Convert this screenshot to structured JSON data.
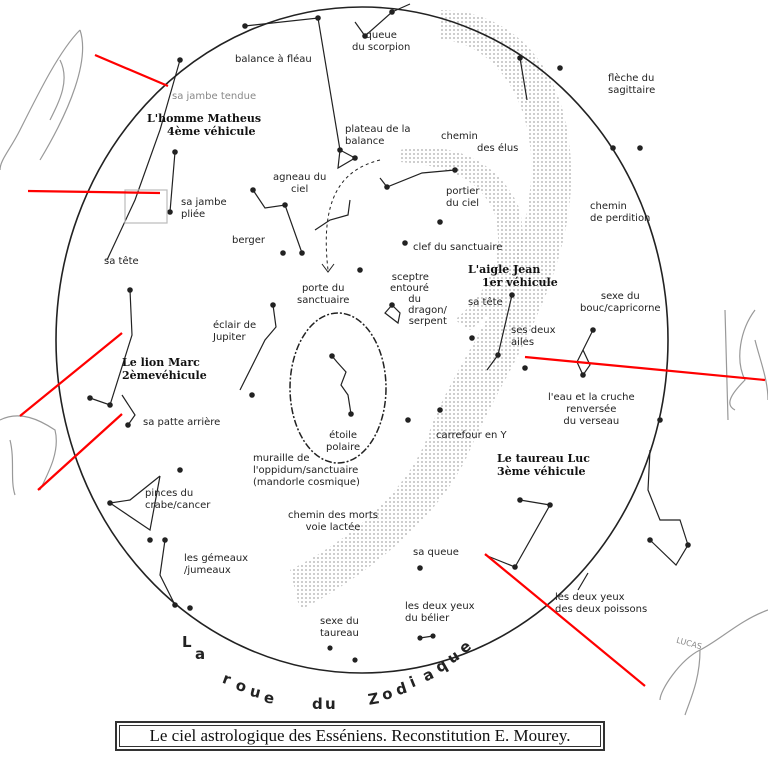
{
  "caption": "Le ciel astrologique des Esséniens. Reconstitution E. Mourey.",
  "wheel_title": [
    "L",
    "a",
    "r",
    "o",
    "u",
    "e",
    "d",
    "u",
    "Z",
    "o",
    "d",
    "i",
    "a",
    "q",
    "u",
    "e"
  ],
  "evangelists": {
    "matheus": [
      "L'homme Matheus",
      "4ème véhicule"
    ],
    "marc": [
      "Le lion Marc",
      "2èmevéhicule"
    ],
    "jean": [
      "L'aigle Jean",
      "1er véhicule"
    ],
    "luc": [
      "Le taureau Luc",
      "3ème véhicule"
    ]
  },
  "labels": {
    "balance_fleau": "balance à fléau",
    "queue_scorpion": [
      "queue",
      "du scorpion"
    ],
    "jambe_tendue": "sa jambe tendue",
    "plateau": [
      "plateau de la",
      "balance"
    ],
    "chemin_elus": [
      "chemin",
      "des élus"
    ],
    "fleche": [
      "flèche du",
      "sagittaire"
    ],
    "agneau": [
      "agneau du",
      "ciel"
    ],
    "portier": [
      "portier",
      "du ciel"
    ],
    "jambe_pliee": [
      "sa jambe",
      "pliée"
    ],
    "berger": "berger",
    "chemin_perdition": [
      "chemin",
      "de perdition"
    ],
    "clef": "clef du sanctuaire",
    "sa_tete_left": "sa tête",
    "porte": [
      "porte du",
      "sanctuaire"
    ],
    "sceptre": [
      "sceptre",
      "entouré",
      "du",
      "dragon/",
      "serpent"
    ],
    "sa_tete_jean": "sa tête",
    "sexe_bouc": [
      "sexe du",
      "bouc/capricorne"
    ],
    "eclair": [
      "éclair de",
      "Jupiter"
    ],
    "ses_ailes": [
      "ses deux",
      "ailes"
    ],
    "patte": "sa patte arrière",
    "etoile": [
      "étoile",
      "polaire"
    ],
    "eau_cruche": [
      "l'eau et la cruche",
      "renversée",
      "du verseau"
    ],
    "carrefour": "carrefour en Y",
    "muraille": [
      "muraille de",
      "l'oppidum/sanctuaire",
      "(mandorle cosmique)"
    ],
    "pinces": [
      "pinces du",
      "crabe/cancer"
    ],
    "chemin_morts": [
      "chemin des morts",
      "voie lactée"
    ],
    "sa_queue": "sa queue",
    "gemeaux": [
      "les gémeaux",
      "/jumeaux"
    ],
    "poissons": [
      "les deux yeux",
      "des deux poissons"
    ],
    "sexe_taureau": [
      "sexe du",
      "taureau"
    ],
    "belier": [
      "les deux yeux",
      "du bélier"
    ],
    "lucas_sig": "LUCAS"
  },
  "colors": {
    "pointer": "#ff0000",
    "ink": "#222222",
    "milky": "#bbbbbb"
  }
}
